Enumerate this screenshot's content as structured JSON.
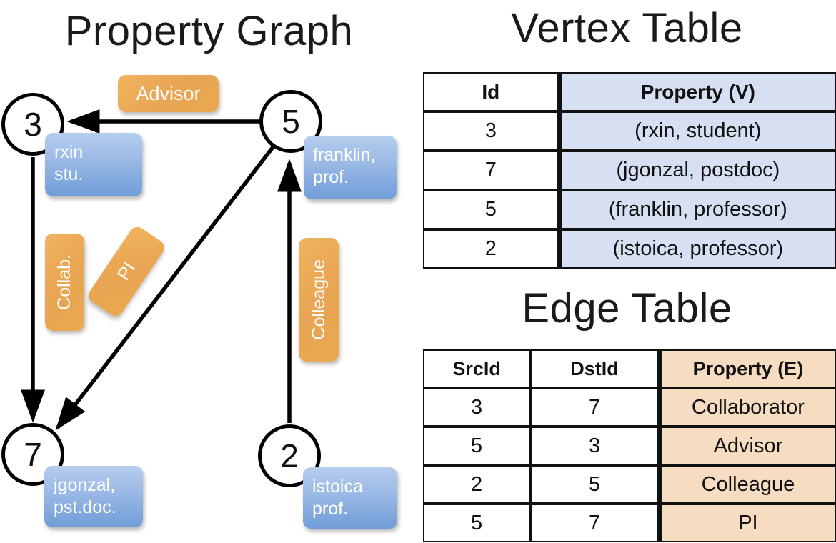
{
  "titles": {
    "property_graph": "Property Graph",
    "vertex_table": "Vertex Table",
    "edge_table": "Edge Table"
  },
  "colors": {
    "vertex_cell_fill": "#d7e0f2",
    "edge_cell_fill": "#f6ddc2",
    "property_box_blue": "#9dbbe6",
    "edge_label_orange": "#e9a553",
    "stroke": "#111111"
  },
  "graph": {
    "vertices": [
      {
        "id": "3",
        "label": "3",
        "property_lines": [
          "rxin",
          "stu."
        ]
      },
      {
        "id": "5",
        "label": "5",
        "property_lines": [
          "franklin,",
          "prof."
        ]
      },
      {
        "id": "7",
        "label": "7",
        "property_lines": [
          "jgonzal,",
          "pst.doc."
        ]
      },
      {
        "id": "2",
        "label": "2",
        "property_lines": [
          "istoica",
          "prof."
        ]
      }
    ],
    "edge_labels": [
      {
        "name": "advisor",
        "text": "Advisor"
      },
      {
        "name": "collab",
        "text": "Collab."
      },
      {
        "name": "pi",
        "text": "PI"
      },
      {
        "name": "colleague",
        "text": "Colleague"
      }
    ],
    "edges": [
      {
        "src": "5",
        "dst": "3",
        "label": "Advisor"
      },
      {
        "src": "3",
        "dst": "7",
        "label": "Collab."
      },
      {
        "src": "5",
        "dst": "7",
        "label": "PI"
      },
      {
        "src": "2",
        "dst": "5",
        "label": "Colleague"
      }
    ]
  },
  "vertex_table": {
    "headers": [
      "Id",
      "Property (V)"
    ],
    "rows": [
      {
        "id": "3",
        "property": "(rxin, student)"
      },
      {
        "id": "7",
        "property": "(jgonzal, postdoc)"
      },
      {
        "id": "5",
        "property": "(franklin, professor)"
      },
      {
        "id": "2",
        "property": "(istoica, professor)"
      }
    ]
  },
  "edge_table": {
    "headers": [
      "SrcId",
      "DstId",
      "Property (E)"
    ],
    "rows": [
      {
        "src": "3",
        "dst": "7",
        "property": "Collaborator"
      },
      {
        "src": "5",
        "dst": "3",
        "property": "Advisor"
      },
      {
        "src": "2",
        "dst": "5",
        "property": "Colleague"
      },
      {
        "src": "5",
        "dst": "7",
        "property": "PI"
      }
    ]
  }
}
